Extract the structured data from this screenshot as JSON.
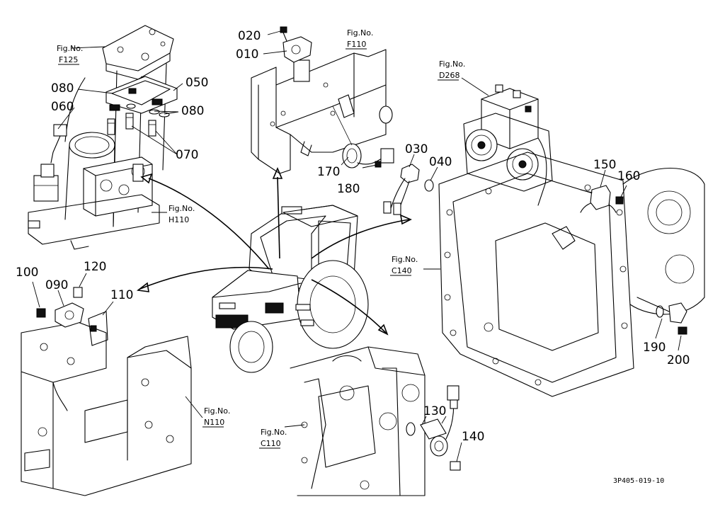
{
  "part_numbers": {
    "p010": "010",
    "p020": "020",
    "p030": "030",
    "p040": "040",
    "p050": "050",
    "p060": "060",
    "p070": "070",
    "p080a": "080",
    "p080b": "080",
    "p090": "090",
    "p100": "100",
    "p110": "110",
    "p120": "120",
    "p130": "130",
    "p140": "140",
    "p150": "150",
    "p160": "160",
    "p170": "170",
    "p180": "180",
    "p190": "190",
    "p200": "200"
  },
  "figure_refs": {
    "f125": {
      "prefix": "Fig.No.",
      "code": "F125"
    },
    "f110": {
      "prefix": "Fig.No.",
      "code": "F110"
    },
    "d268": {
      "prefix": "Fig.No.",
      "code": "D268"
    },
    "h110": {
      "prefix": "Fig.No.",
      "code": "H110"
    },
    "c140": {
      "prefix": "Fig.No.",
      "code": "C140"
    },
    "n110": {
      "prefix": "Fig.No.",
      "code": "N110"
    },
    "c110": {
      "prefix": "Fig.No.",
      "code": "C110"
    }
  },
  "drawing_code": "3P405-019-10",
  "colors": {
    "ink": "#000000",
    "paper": "#ffffff"
  }
}
